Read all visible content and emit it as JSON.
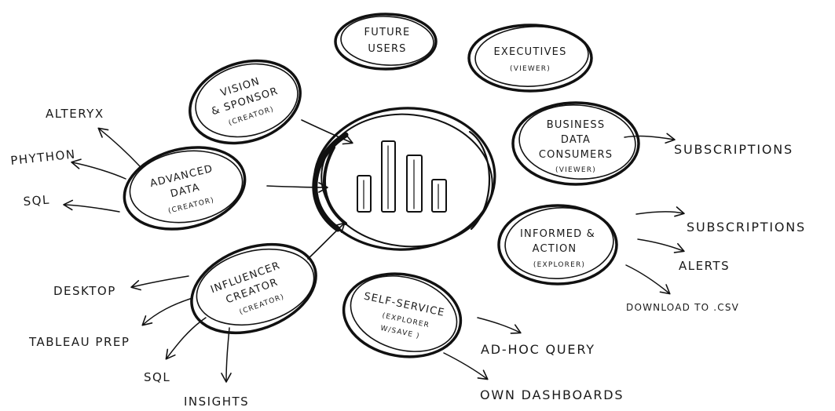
{
  "nodes": {
    "future_users": {
      "line1": "FUTURE",
      "line2": "USERS"
    },
    "executives": {
      "title": "EXECUTIVES",
      "role": "(VIEWER)"
    },
    "vision_sponsor": {
      "line1": "VISION",
      "line2": "& SPONSOR",
      "role": "(CREATOR)"
    },
    "business_consumers": {
      "line1": "BUSINESS",
      "line2": "DATA",
      "line3": "CONSUMERS",
      "role": "(VIEWER)"
    },
    "advanced_data": {
      "line1": "ADVANCED",
      "line2": "DATA",
      "role": "(CREATOR)"
    },
    "informed_action": {
      "line1": "INFORMED &",
      "line2": "ACTION",
      "role": "(EXPLORER)"
    },
    "influencer_creator": {
      "line1": "INFLUENCER",
      "line2": "CREATOR",
      "role": "(CREATOR)"
    },
    "self_service": {
      "line1": "SELF-SERVICE",
      "line2": "(EXPLORER",
      "line3": "W/SAVE )"
    }
  },
  "labels": {
    "alteryx": "ALTERYX",
    "phython": "PHYTHON",
    "sql_top": "SQL",
    "desktop": "DESKTOP",
    "tableau_prep": "TABLEAU PREP",
    "sql_bottom": "SQL",
    "insights": "INSIGHTS",
    "subscriptions_1": "SUBSCRIPTIONS",
    "subscriptions_2": "SUBSCRIPTIONS",
    "alerts": "ALERTS",
    "download_csv": "DOWNLOAD TO .CSV",
    "adhoc_query": "AD-HOC QUERY",
    "own_dashboards": "OWN DASHBOARDS"
  }
}
